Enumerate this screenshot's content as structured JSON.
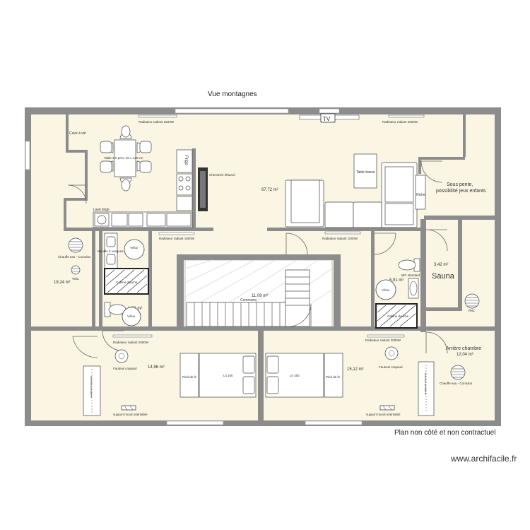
{
  "header": {
    "top_caption": "Vue montagnes"
  },
  "footer": {
    "disclaimer": "Plan non côté et non contractuel",
    "watermark": "www.archifacile.fr"
  },
  "colors": {
    "wall": "#8c8c8c",
    "floor": "#faf6e3",
    "window": "#ffffff",
    "stair_hatch": "#e0e0e0"
  },
  "labels": {
    "tv": "TV",
    "radiator_2500_left": "Radiateur radiant 2500W",
    "radiator_2500_right": "Radiateur radiant 2500W",
    "cave_vin": "Cave à vin",
    "table": "Table 4-6 pers. 90 x 120 cm",
    "frigo": "Frigo",
    "cheminee": "Cheminée éthanol",
    "table_basse": "Table basse",
    "living_area": "67,72 m²",
    "niche": "Niche",
    "sous_pente_1": "Sous pente,",
    "sous_pente_2": "possibilité jeux enfants",
    "lave_linge": "Lave linge",
    "radiator_1500_left": "Radiateur radiant 1500W",
    "radiator_1500_mid": "Radiateur radiant 1500W",
    "meuble_vasque": "Meuble 2 vasques",
    "velux_1": "Vélux",
    "chauffe_eau_left": "Chauffe eau - Cumulus",
    "vmc_left": "VMC",
    "area_left": "19,24 m²",
    "cabine_douche_left": "Cabine douche",
    "area_stair": "11,09 m²",
    "commune": "Commune",
    "area_wc_left": "1,52 m²",
    "velux_2": "Vélux",
    "wc_standard": "WC standard",
    "area_sdb_right": "5,91 m²",
    "velux_3": "Vélux",
    "cabine_douche_right": "Cabine douche",
    "sauna_area": "3,42 m²",
    "sauna": "Sauna",
    "vmc_right": "VMC",
    "radiator_2000_left": "Radiateur radiant 2000W",
    "radiator_2000_right": "Radiateur radiant 2000W",
    "fauteuil_left": "Fauteuil crapaud",
    "area_bed_left": "14,96 m²",
    "pied_lit_1": "Pied de lit",
    "lit_160_left": "Lit 160",
    "lit_160_right": "Lit 160",
    "pied_lit_2": "Pied de lit",
    "area_bed_right": "15,12 m²",
    "fauteuil_right": "Fauteuil crapaud",
    "arriere_chambre": "Arrière chambre",
    "area_back": "12,04 m²",
    "chauffe_eau_right": "Chauffe eau - Cumulus",
    "armoire_left": "Armoire penderie",
    "armoire_right": "Armoire penderie",
    "support_mural_left": "support mural orientable",
    "support_mural_right": "support mural orientable"
  }
}
